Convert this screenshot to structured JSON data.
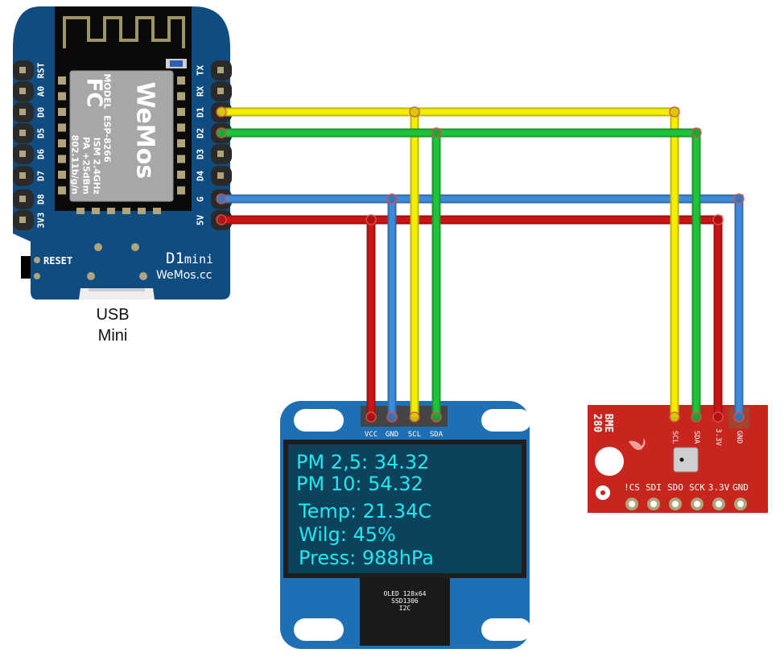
{
  "d1mini": {
    "left_pins": [
      "RST",
      "A0",
      "D0",
      "D5",
      "D6",
      "D7",
      "D8",
      "3V3"
    ],
    "right_pins": [
      "TX",
      "RX",
      "D1",
      "D2",
      "D3",
      "D4",
      "G",
      "5V"
    ],
    "module_text": {
      "brand": "WeMos",
      "model": "MODEL  ESP-8266",
      "ism": "ISM 2.4GHz",
      "pa": "PA +25dBm",
      "std": "802.11b/g/n",
      "fcc": "FC"
    },
    "reset_label": "RESET",
    "board_name_big": "D1",
    "board_name_small": "mini",
    "website": "WeMos.cc",
    "usb_label_line1": "USB",
    "usb_label_line2": "Mini",
    "colors": {
      "board": "#0f4c81",
      "header": "#2a2a2a",
      "pad": "#b1a47d",
      "module": "#a7a7a7"
    }
  },
  "oled": {
    "pins": [
      "VCC",
      "GND",
      "SCL",
      "SDA"
    ],
    "lines": [
      "PM 2,5: 34.32",
      "PM 10: 54.32",
      "Temp: 21.34C",
      "Wilg: 45%",
      "Press: 988hPa"
    ],
    "chip_label": [
      "OLED 128x64",
      "SSD1306",
      "I2C"
    ],
    "colors": {
      "board": "#1f6fb5",
      "screen": "#0d425c",
      "text": "#22e8f0"
    }
  },
  "bme280": {
    "title_line1": "BME",
    "title_line2": "280",
    "top_pins": [
      "SCL",
      "SDA",
      "3.3V",
      "GND"
    ],
    "bottom_pins": [
      "!CS",
      "SDI",
      "SDO",
      "SCK",
      "3.3V",
      "GND"
    ],
    "colors": {
      "board": "#c6261e"
    }
  },
  "wires": [
    {
      "name": "D1-SCL",
      "color": "#f5ee00",
      "from": "D1",
      "to": [
        "SCL",
        "SCL"
      ]
    },
    {
      "name": "D2-SDA",
      "color": "#1fc33a",
      "from": "D2",
      "to": [
        "SDA",
        "SDA"
      ]
    },
    {
      "name": "G-GND",
      "color": "#3f8ad8",
      "from": "G",
      "to": [
        "GND",
        "GND"
      ]
    },
    {
      "name": "5V-VCC",
      "color": "#cc1414",
      "from": "5V",
      "to": [
        "VCC",
        "3.3V"
      ]
    }
  ]
}
